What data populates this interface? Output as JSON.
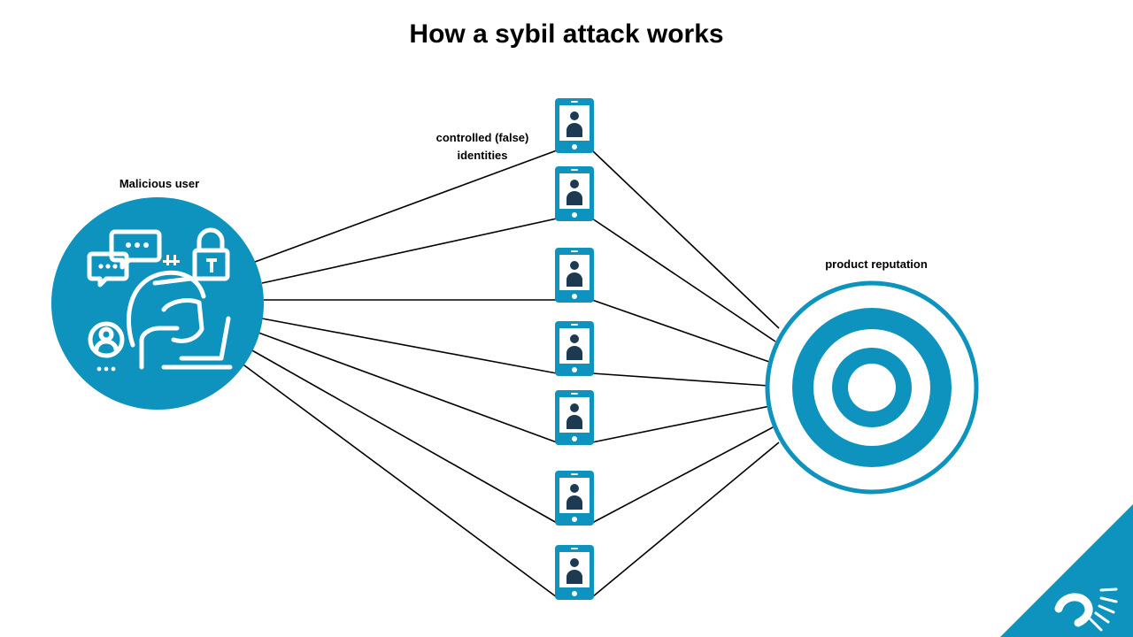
{
  "title": "How a sybil attack works",
  "labels": {
    "malicious_user": "Malicious user",
    "identities_line1": "controlled (false)",
    "identities_line2": "identities",
    "product_reputation": "product reputation"
  },
  "identity_count": 7,
  "colors": {
    "accent": "#0d93bd",
    "dark": "#1d3a52",
    "line": "#000000",
    "background": "#ffffff"
  },
  "icons": {
    "attacker": "hacker-icon",
    "identity": "phone-user-icon",
    "target": "target-icon",
    "logo": "brand-logo"
  }
}
